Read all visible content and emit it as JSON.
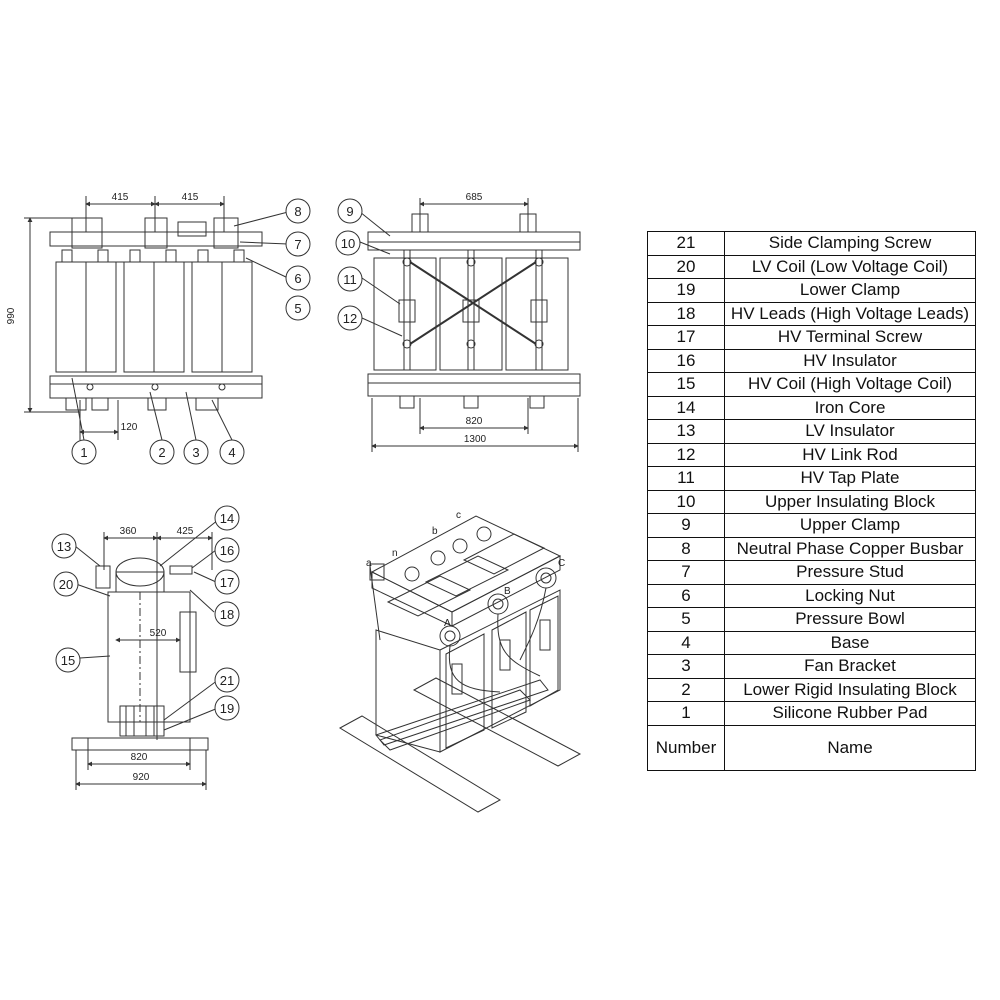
{
  "dimensions": {
    "front": {
      "d1": "415",
      "d2": "415",
      "height": "990",
      "d3": "120"
    },
    "side": {
      "top": "685",
      "inner": "820",
      "outer": "1300"
    },
    "end": {
      "d1": "360",
      "d2": "425",
      "mid": "520",
      "inner": "820",
      "outer": "920"
    }
  },
  "callouts": [
    "1",
    "2",
    "3",
    "4",
    "5",
    "6",
    "7",
    "8",
    "9",
    "10",
    "11",
    "12",
    "13",
    "14",
    "15",
    "16",
    "17",
    "18",
    "19",
    "20",
    "21"
  ],
  "iso_labels": {
    "a": "a",
    "b": "b",
    "c": "c",
    "n": "n",
    "A": "A",
    "B": "B",
    "C": "C"
  },
  "parts_table": {
    "header": {
      "number": "Number",
      "name": "Name"
    },
    "rows": [
      {
        "number": "21",
        "name": "Side Clamping Screw"
      },
      {
        "number": "20",
        "name": "LV Coil (Low Voltage Coil)"
      },
      {
        "number": "19",
        "name": "Lower Clamp"
      },
      {
        "number": "18",
        "name": "HV Leads (High Voltage Leads)"
      },
      {
        "number": "17",
        "name": "HV Terminal Screw"
      },
      {
        "number": "16",
        "name": "HV Insulator"
      },
      {
        "number": "15",
        "name": "HV Coil (High Voltage Coil)"
      },
      {
        "number": "14",
        "name": "Iron Core"
      },
      {
        "number": "13",
        "name": "LV Insulator"
      },
      {
        "number": "12",
        "name": "HV Link Rod"
      },
      {
        "number": "11",
        "name": "HV Tap Plate"
      },
      {
        "number": "10",
        "name": "Upper Insulating Block"
      },
      {
        "number": "9",
        "name": "Upper Clamp"
      },
      {
        "number": "8",
        "name": "Neutral Phase Copper Busbar"
      },
      {
        "number": "7",
        "name": "Pressure Stud"
      },
      {
        "number": "6",
        "name": "Locking Nut"
      },
      {
        "number": "5",
        "name": "Pressure Bowl"
      },
      {
        "number": "4",
        "name": "Base"
      },
      {
        "number": "3",
        "name": "Fan Bracket"
      },
      {
        "number": "2",
        "name": "Lower Rigid Insulating Block"
      },
      {
        "number": "1",
        "name": "Silicone Rubber Pad"
      }
    ]
  },
  "colors": {
    "line": "#333333",
    "fill": "#ffffff",
    "text": "#111111"
  }
}
